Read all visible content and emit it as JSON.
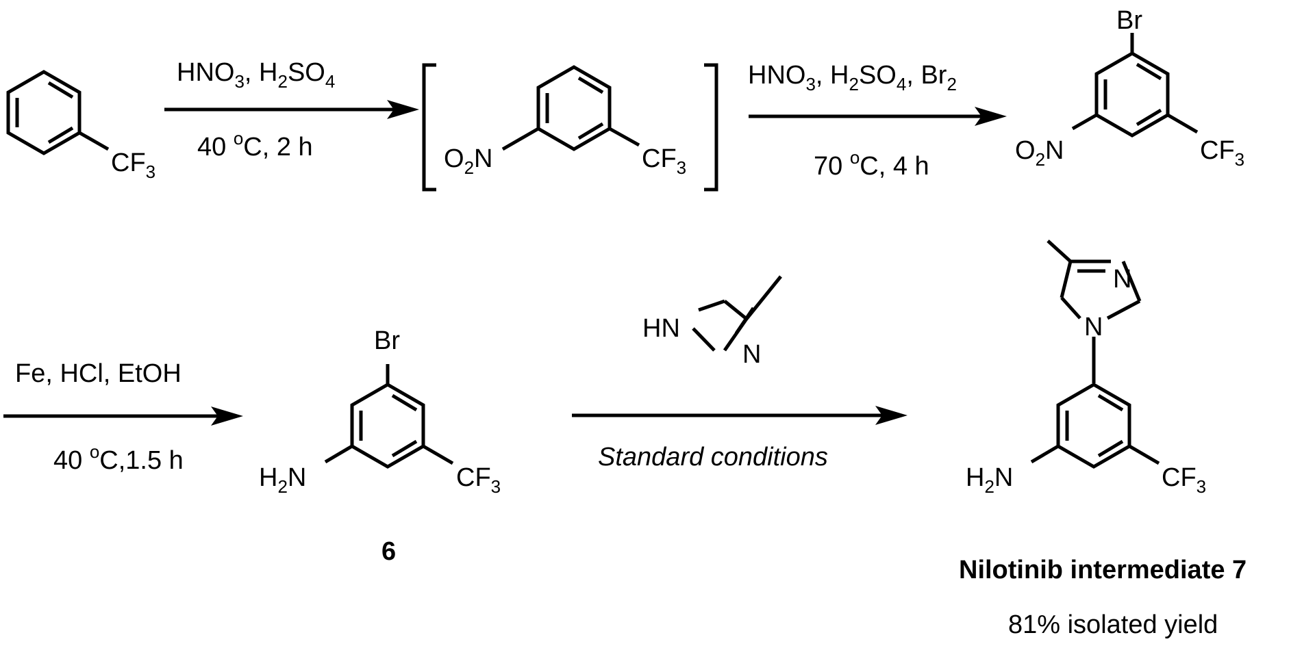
{
  "step1": {
    "reagents": "HNO3, H2SO4",
    "conditions": "40 oC, 2 h"
  },
  "step2": {
    "reagents": "HNO3, H2SO4, Br2",
    "conditions": "70 oC, 4 h"
  },
  "step3": {
    "reagents": "Fe, HCl, EtOH",
    "conditions": "40 oC,1.5 h"
  },
  "step4": {
    "reagent": "4-methylimidazole",
    "conditions": "Standard conditions"
  },
  "compound6": {
    "label": "6"
  },
  "product": {
    "name": "Nilotinib intermediate 7",
    "yield": "81% isolated yield"
  },
  "atoms": {
    "cf3": "CF3",
    "o2n": "O2N",
    "h2n": "H2N",
    "br": "Br",
    "hn": "HN",
    "n": "N"
  }
}
